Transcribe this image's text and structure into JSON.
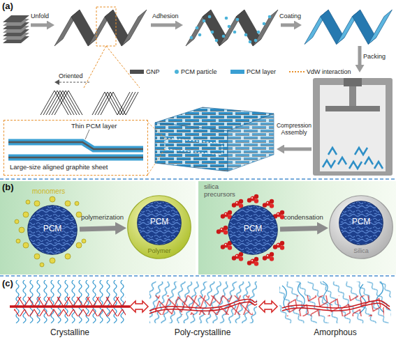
{
  "diagram": {
    "nodes": [
      {
        "text": [
          "Thin PCM layer",
          "Large-size aligned graphite sheet"
        ]
      },
      {
        "text": [
          "PCM"
        ]
      },
      {
        "text": [
          "Polymer"
        ]
      },
      {
        "text": [
          "PCM"
        ],
        "in": 2
      },
      {
        "text": [
          "PCM"
        ]
      },
      {
        "text": [
          "Silica"
        ]
      },
      {
        "text": [
          "PCM"
        ],
        "in": 5
      }
    ],
    "edges": [
      {
        "from": 1,
        "to": 2,
        "arrow": "to",
        "label": "polymerization"
      },
      {
        "from": 4,
        "to": 5,
        "arrow": "to",
        "label": "condensation"
      }
    ],
    "labels": [
      "(a)",
      "Unfold",
      "Adhesion",
      "Coating",
      "Packing",
      "Oriented",
      "Compression Assembly",
      "(b)",
      "monomers",
      "silica precursors",
      "(c)",
      "Crystalline",
      "Poly-crystalline",
      "Amorphous"
    ],
    "legend": [
      {
        "text": "GNP",
        "color": "#4d4d4d"
      },
      {
        "text": "PCM particle",
        "color": "#4cb3d9"
      },
      {
        "text": "PCM layer",
        "color": "#3a9fd3"
      },
      {
        "text": "VdW interaction"
      }
    ]
  }
}
